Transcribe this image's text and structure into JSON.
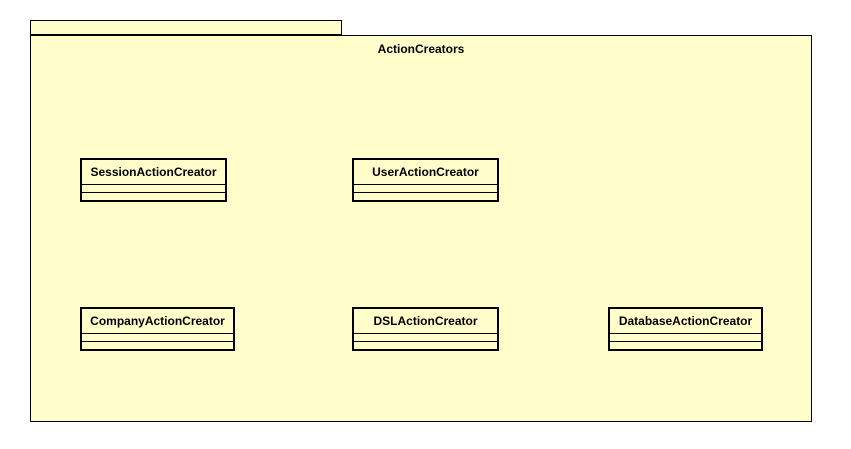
{
  "package": {
    "name": "ActionCreators"
  },
  "classes": [
    {
      "name": "SessionActionCreator"
    },
    {
      "name": "UserActionCreator"
    },
    {
      "name": "CompanyActionCreator"
    },
    {
      "name": "DSLActionCreator"
    },
    {
      "name": "DatabaseActionCreator"
    }
  ],
  "colors": {
    "fill": "#fffdc9",
    "stroke": "#000000"
  }
}
